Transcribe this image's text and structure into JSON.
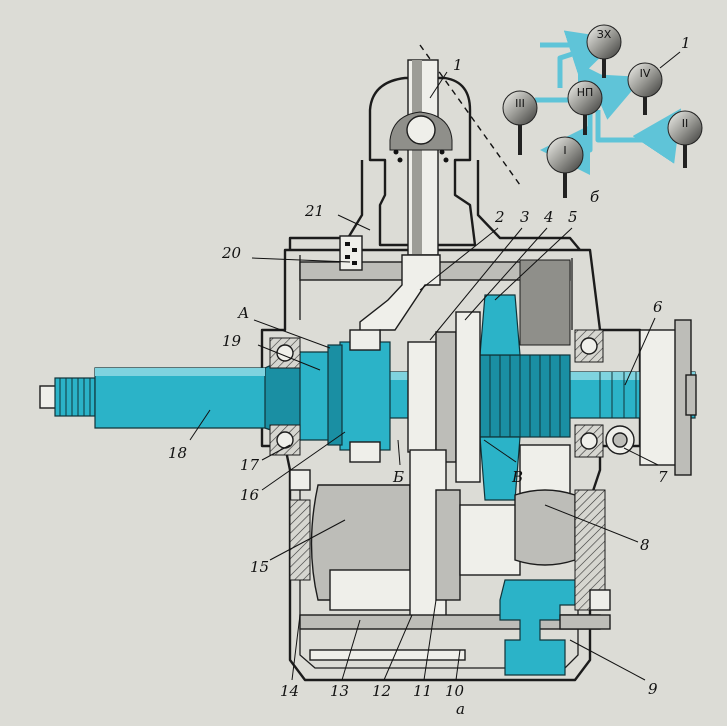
{
  "figure": {
    "callouts": {
      "c1_top": "1",
      "c1_knob": "1",
      "c2": "2",
      "c3": "3",
      "c4": "4",
      "c5": "5",
      "c6": "6",
      "c7": "7",
      "c8": "8",
      "c9": "9",
      "c10": "10",
      "c11": "11",
      "c12": "12",
      "c13": "13",
      "c14": "14",
      "c15": "15",
      "c16": "16",
      "c17": "17",
      "c18": "18",
      "c19": "19",
      "c20": "20",
      "c21": "21",
      "cA": "А",
      "cB_cyr": "Б",
      "cV": "В"
    },
    "subfigure_labels": {
      "a": "а",
      "b": "б"
    },
    "shift_knobs": {
      "reverse": "ЗХ",
      "neutral": "НП",
      "first": "I",
      "second": "II",
      "third": "III",
      "fourth": "IV"
    },
    "colors": {
      "highlight": "#2bb3c8",
      "arrow": "#5fc4d8"
    }
  }
}
